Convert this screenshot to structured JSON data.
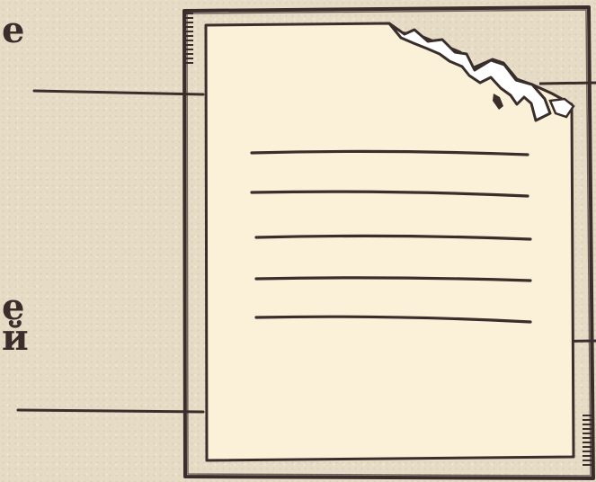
{
  "labels": {
    "top_fragment": "е",
    "bottom_line1": "е",
    "bottom_line2": "й"
  },
  "colors": {
    "ink": "#3a2e2c",
    "paper": "#fbf1d8",
    "background": "#e6dcc6",
    "tear": "#ffffff"
  },
  "document": {
    "text_line_count": 5
  }
}
